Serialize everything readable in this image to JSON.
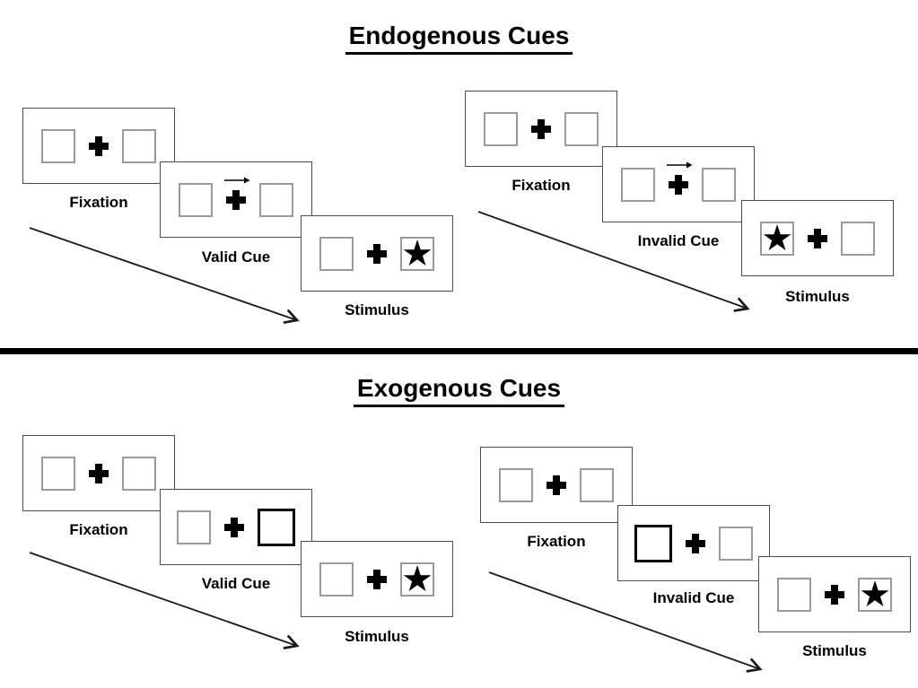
{
  "diagram": "Posner spatial cueing task schematic",
  "sections": [
    {
      "title": "Endogenous Cues",
      "trials": [
        {
          "type": "valid",
          "cue_type": "central-arrow",
          "cue_direction": "right",
          "stimulus_side": "right",
          "panels": [
            {
              "label": "Fixation"
            },
            {
              "label": "Valid Cue"
            },
            {
              "label": "Stimulus"
            }
          ]
        },
        {
          "type": "invalid",
          "cue_type": "central-arrow",
          "cue_direction": "right",
          "stimulus_side": "left",
          "panels": [
            {
              "label": "Fixation"
            },
            {
              "label": "Invalid Cue"
            },
            {
              "label": "Stimulus"
            }
          ]
        }
      ]
    },
    {
      "title": "Exogenous Cues",
      "trials": [
        {
          "type": "valid",
          "cue_type": "peripheral-box-highlight",
          "cue_side": "right",
          "stimulus_side": "right",
          "panels": [
            {
              "label": "Fixation"
            },
            {
              "label": "Valid Cue"
            },
            {
              "label": "Stimulus"
            }
          ]
        },
        {
          "type": "invalid",
          "cue_type": "peripheral-box-highlight",
          "cue_side": "left",
          "stimulus_side": "right",
          "panels": [
            {
              "label": "Fixation"
            },
            {
              "label": "Invalid Cue"
            },
            {
              "label": "Stimulus"
            }
          ]
        }
      ]
    }
  ],
  "icons": {
    "star": "★",
    "plus": "fixation-cross",
    "cue_arrow": "right-arrow",
    "sequence_arrow": "diagonal-down-right-arrow"
  },
  "colors": {
    "ink": "#000000",
    "panel_border": "#4c4c4c",
    "square_border": "#9a9a9a",
    "bold_square_border": "#000000",
    "divider": "#000000",
    "background": "#ffffff"
  }
}
